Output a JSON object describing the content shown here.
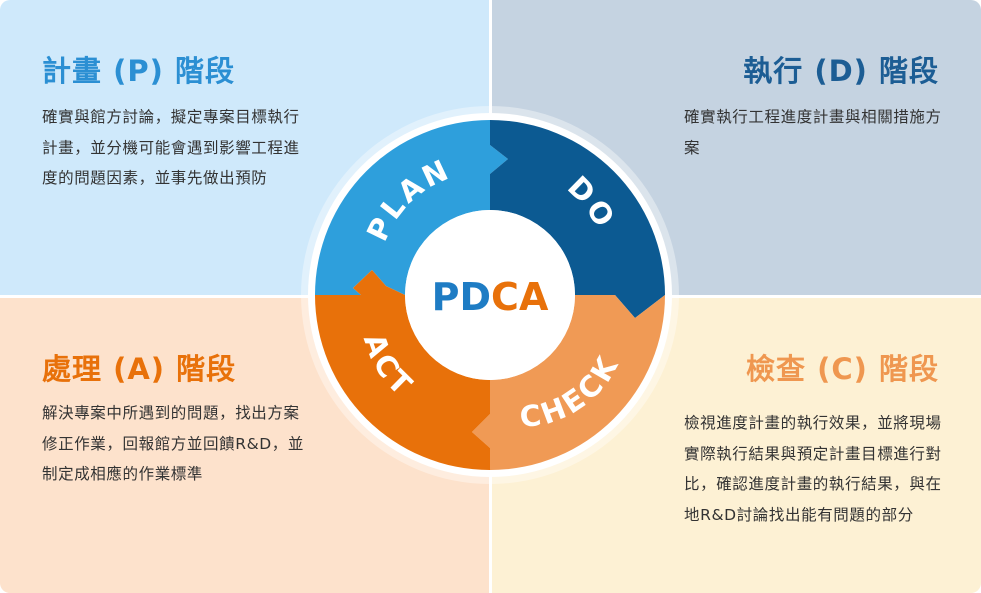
{
  "center": {
    "letters": [
      "P",
      "D",
      "C",
      "A"
    ]
  },
  "quadrants": {
    "plan": {
      "title": "計畫 (P) 階段",
      "label": "PLAN",
      "description": "確實與館方討論，擬定專案目標執行計畫，並分機可能會遇到影響工程進度的問題因素，並事先做出預防"
    },
    "do": {
      "title": "執行 (D) 階段",
      "label": "DO",
      "description": "確實執行工程進度計畫與相關措施方案"
    },
    "act": {
      "title": "處理 (A) 階段",
      "label": "ACT",
      "description": "解決專案中所遇到的問題，找出方案修正作業，回報館方並回饋R&D，並制定成相應的作業標準"
    },
    "check": {
      "title": "檢查 (C) 階段",
      "label": "CHECK",
      "description": "檢視進度計畫的執行效果，並將現場實際執行結果與預定計畫目標進行對比，確認進度計畫的執行結果，與在地R&D討論找出能有問題的部分"
    }
  },
  "colors": {
    "plan": "#2e9fdc",
    "do": "#0c5a92",
    "check": "#f09a55",
    "act": "#e8710a",
    "center_blue": "#1e7cc4",
    "center_orange": "#e8710a"
  }
}
